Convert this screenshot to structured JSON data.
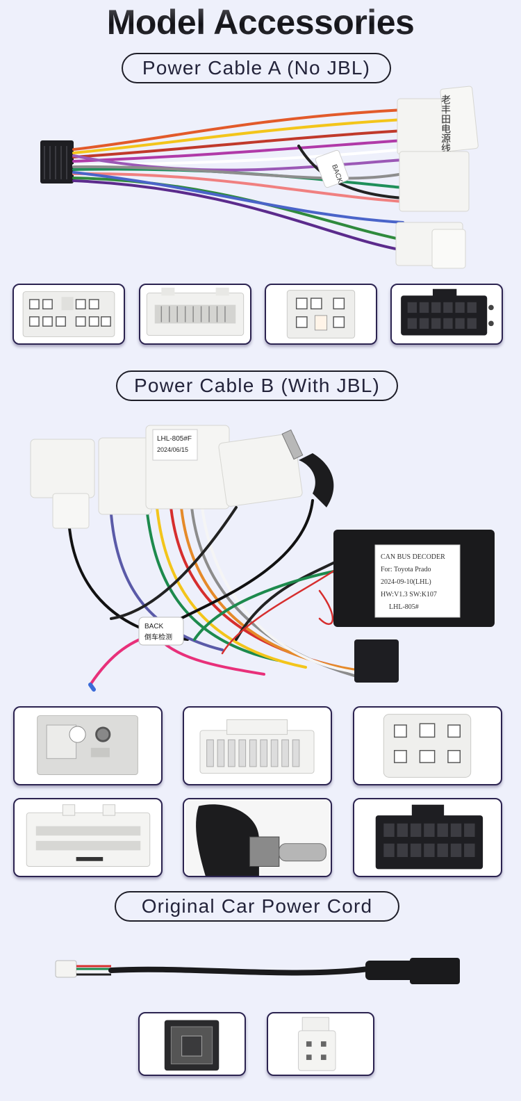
{
  "page": {
    "title": "Model Accessories"
  },
  "sections": [
    {
      "label": "Power Cable A (No JBL)"
    },
    {
      "label": "Power Cable B (With JBL)"
    },
    {
      "label": "Original Car Power Cord"
    }
  ],
  "cable_a": {
    "connector_tag": "老丰田电源线",
    "wire_tag": "BACK"
  },
  "cable_b": {
    "plug_label_1": "LHL-805#F",
    "plug_label_2": "2024/06/15",
    "decoder_lines": [
      "CAN BUS DECODER",
      "For: Toyota Prado",
      "2024-09-10(LHL)",
      "HW:V1.3  SW:K107",
      "LHL-805#"
    ],
    "wire_tag_1": "BACK",
    "wire_tag_2": "倒车检测"
  },
  "colors": {
    "accent": "#2b2350",
    "background": "#eef0fb",
    "connector_white": "#f4f4f2",
    "connector_black": "#1e1e22"
  }
}
